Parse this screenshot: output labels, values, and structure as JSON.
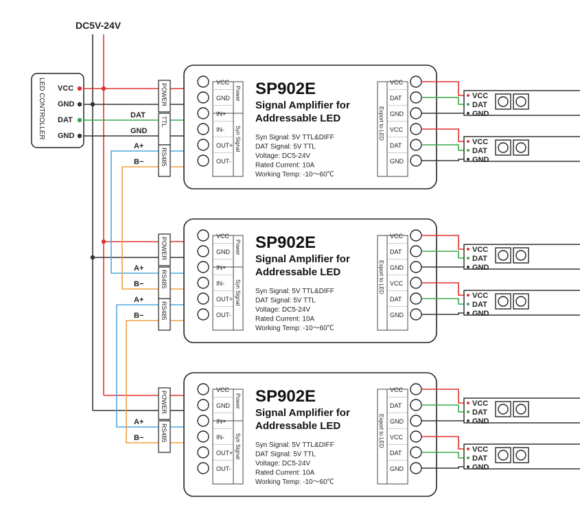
{
  "supply_label": "DC5V-24V",
  "controller": {
    "title": "LED CONTROLLER",
    "pins": [
      "VCC",
      "GND",
      "DAT",
      "GND"
    ]
  },
  "wire_labels": {
    "dat": "DAT",
    "gnd": "GND",
    "a_plus": "A+",
    "b_minus": "B−"
  },
  "modules": [
    {
      "model": "SP902E",
      "subtitle_1": "Signal Amplifier for",
      "subtitle_2": "Addressable LED",
      "specs": [
        "Syn Signal: 5V TTL&DIFF",
        "DAT Signal: 5V TTL",
        "Voltage: DC5-24V",
        "Rated Current: 10A",
        "Working Temp: -10～60℃"
      ],
      "left_terminals": [
        "VCC",
        "GND",
        "IN+",
        "IN-",
        "OUT+",
        "OUT-"
      ],
      "power_group": "Power",
      "signal_group": "Syn Signal",
      "output_group": "Export to LED",
      "right_terminals": [
        "VCC",
        "DAT",
        "GND",
        "VCC",
        "DAT",
        "GND"
      ],
      "tags": [
        "POWER",
        "TTL",
        "RS485"
      ]
    },
    {
      "model": "SP902E",
      "subtitle_1": "Signal Amplifier for",
      "subtitle_2": "Addressable LED",
      "specs": [
        "Syn Signal: 5V TTL&DIFF",
        "DAT Signal: 5V TTL",
        "Voltage: DC5-24V",
        "Rated Current: 10A",
        "Working Temp: -10～60℃"
      ],
      "left_terminals": [
        "VCC",
        "GND",
        "IN+",
        "IN-",
        "OUT+",
        "OUT-"
      ],
      "power_group": "Power",
      "signal_group": "Syn Signal",
      "output_group": "Export to LED",
      "right_terminals": [
        "VCC",
        "DAT",
        "GND",
        "VCC",
        "DAT",
        "GND"
      ],
      "tags": [
        "POWER",
        "RS485",
        "RS485"
      ]
    },
    {
      "model": "SP902E",
      "subtitle_1": "Signal Amplifier for",
      "subtitle_2": "Addressable LED",
      "specs": [
        "Syn Signal: 5V TTL&DIFF",
        "DAT Signal: 5V TTL",
        "Voltage: DC5-24V",
        "Rated Current: 10A",
        "Working Temp: -10～60℃"
      ],
      "left_terminals": [
        "VCC",
        "GND",
        "IN+",
        "IN-",
        "OUT+",
        "OUT-"
      ],
      "power_group": "Power",
      "signal_group": "Syn Signal",
      "output_group": "Export to LED",
      "right_terminals": [
        "VCC",
        "DAT",
        "GND",
        "VCC",
        "DAT",
        "GND"
      ],
      "tags": [
        "POWER",
        "RS485"
      ]
    }
  ],
  "strip_pins": [
    "VCC",
    "DAT",
    "GND"
  ],
  "colors": {
    "vcc_wire": "#e03030",
    "gnd_wire": "#333333",
    "dat_wire": "#3aa84a",
    "a_wire": "#4aa8e0",
    "b_wire": "#f0a040"
  }
}
